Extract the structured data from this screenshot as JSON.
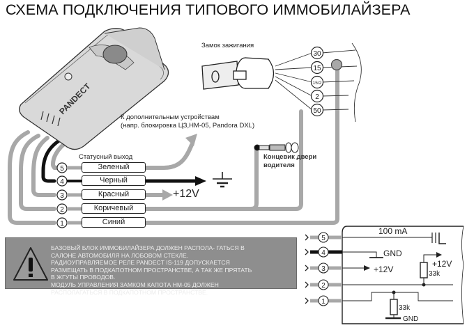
{
  "title": "СХЕМА ПОДКЛЮЧЕНИЯ ТИПОВОГО ИММОБИЛАЙЗЕРА",
  "device": {
    "brand": "PANDECT"
  },
  "ignition": {
    "label": "Замок зажигания",
    "terminals": [
      "30",
      "15",
      "15/2",
      "2",
      "50"
    ]
  },
  "accessory_note": {
    "line1": "К дополнительным устройствам",
    "line2": "(напр. блокировка ЦЗ,НМ-05, Pandora DXL)"
  },
  "door_switch": {
    "line1": "Концевик двери",
    "line2": "водителя"
  },
  "status_output_label": "Статусный выход",
  "wires": [
    {
      "num": "5",
      "name": "Зеленый",
      "color": "#a8a8a8"
    },
    {
      "num": "4",
      "name": "Черный",
      "color": "#111111"
    },
    {
      "num": "3",
      "name": "Красный",
      "color": "#a8a8a8"
    },
    {
      "num": "2",
      "name": "Коричевый",
      "color": "#a8a8a8"
    },
    {
      "num": "1",
      "name": "Синий",
      "color": "#a8a8a8"
    }
  ],
  "plus12v": "+12V",
  "warning": {
    "lines": [
      "БАЗОВЫЙ БЛОК ИММОБИЛАЙЗЕРА ДОЛЖЕН РАСПОЛА- ГАТЬСЯ В",
      "САЛОНЕ АВТОМОБИЛЯ НА ЛОБОВОМ СТЕКЛЕ.",
      "РАДИОУПРАВЛЯЕМОЕ РЕЛЕ PANDECT IS-119 ДОПУСКАЕТСЯ",
      "РАЗМЕЩАТЬ В ПОДКАПОТНОМ ПРОСТРАНСТВЕ, А ТАК ЖЕ ПРЯТАТЬ",
      "В ЖГУТЫ ПРОВОДОВ.",
      "МОДУЛЬ УПРАВЛЕНИЯ ЗАМКОМ КАПОТА НМ-05 ДОЛЖЕН",
      "РАСПОЛАГАТЬСЯ В ПОДКАПОТНОМ ПРОСТРАНСТВЕ."
    ]
  },
  "schematic": {
    "pins": [
      "5",
      "4",
      "3",
      "2",
      "1"
    ],
    "current": "100 mA",
    "gnd": "GND",
    "plus12v": "+12V",
    "resistor1": "33k",
    "resistor2": "33k",
    "gnd2": "GND"
  }
}
